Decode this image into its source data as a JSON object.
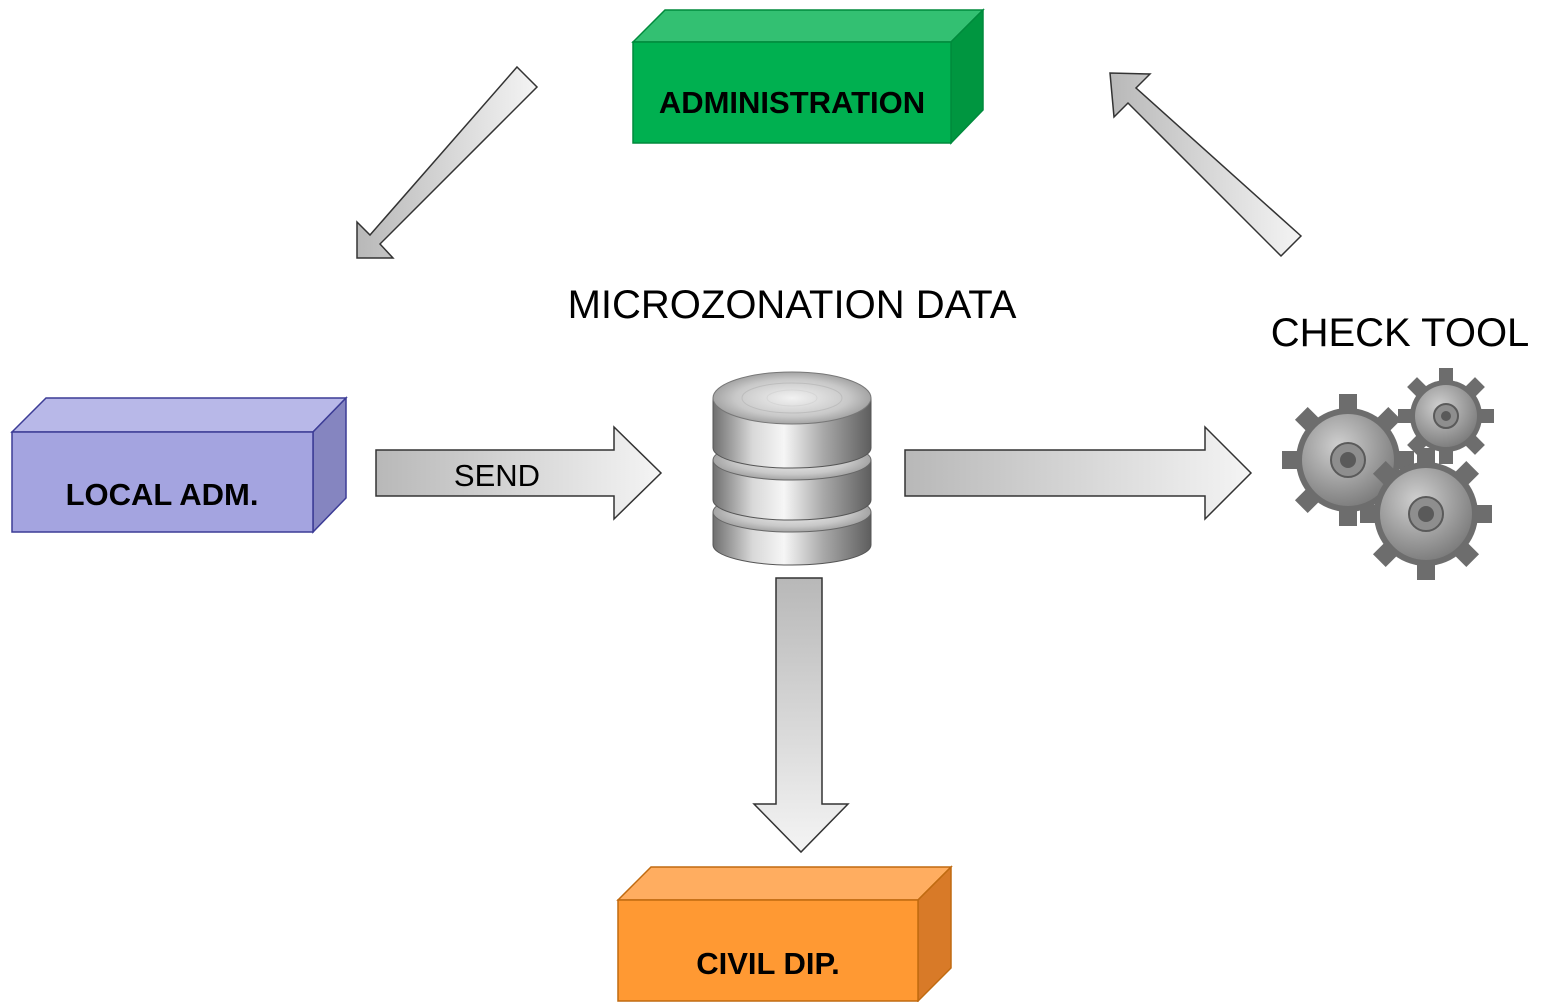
{
  "boxes": {
    "administration": {
      "label": "ADMINISTRATION",
      "color": "#00b050"
    },
    "local_adm": {
      "label": "LOCAL ADM.",
      "color": "#a4a4e0"
    },
    "civil_dip": {
      "label": "CIVIL DIP.",
      "color": "#ff9933"
    }
  },
  "labels": {
    "microzonation_data": "MICROZONATION DATA",
    "check_tool": "CHECK TOOL",
    "send": "SEND"
  },
  "icons": {
    "database": "database-icon",
    "gears": "gears-icon"
  }
}
